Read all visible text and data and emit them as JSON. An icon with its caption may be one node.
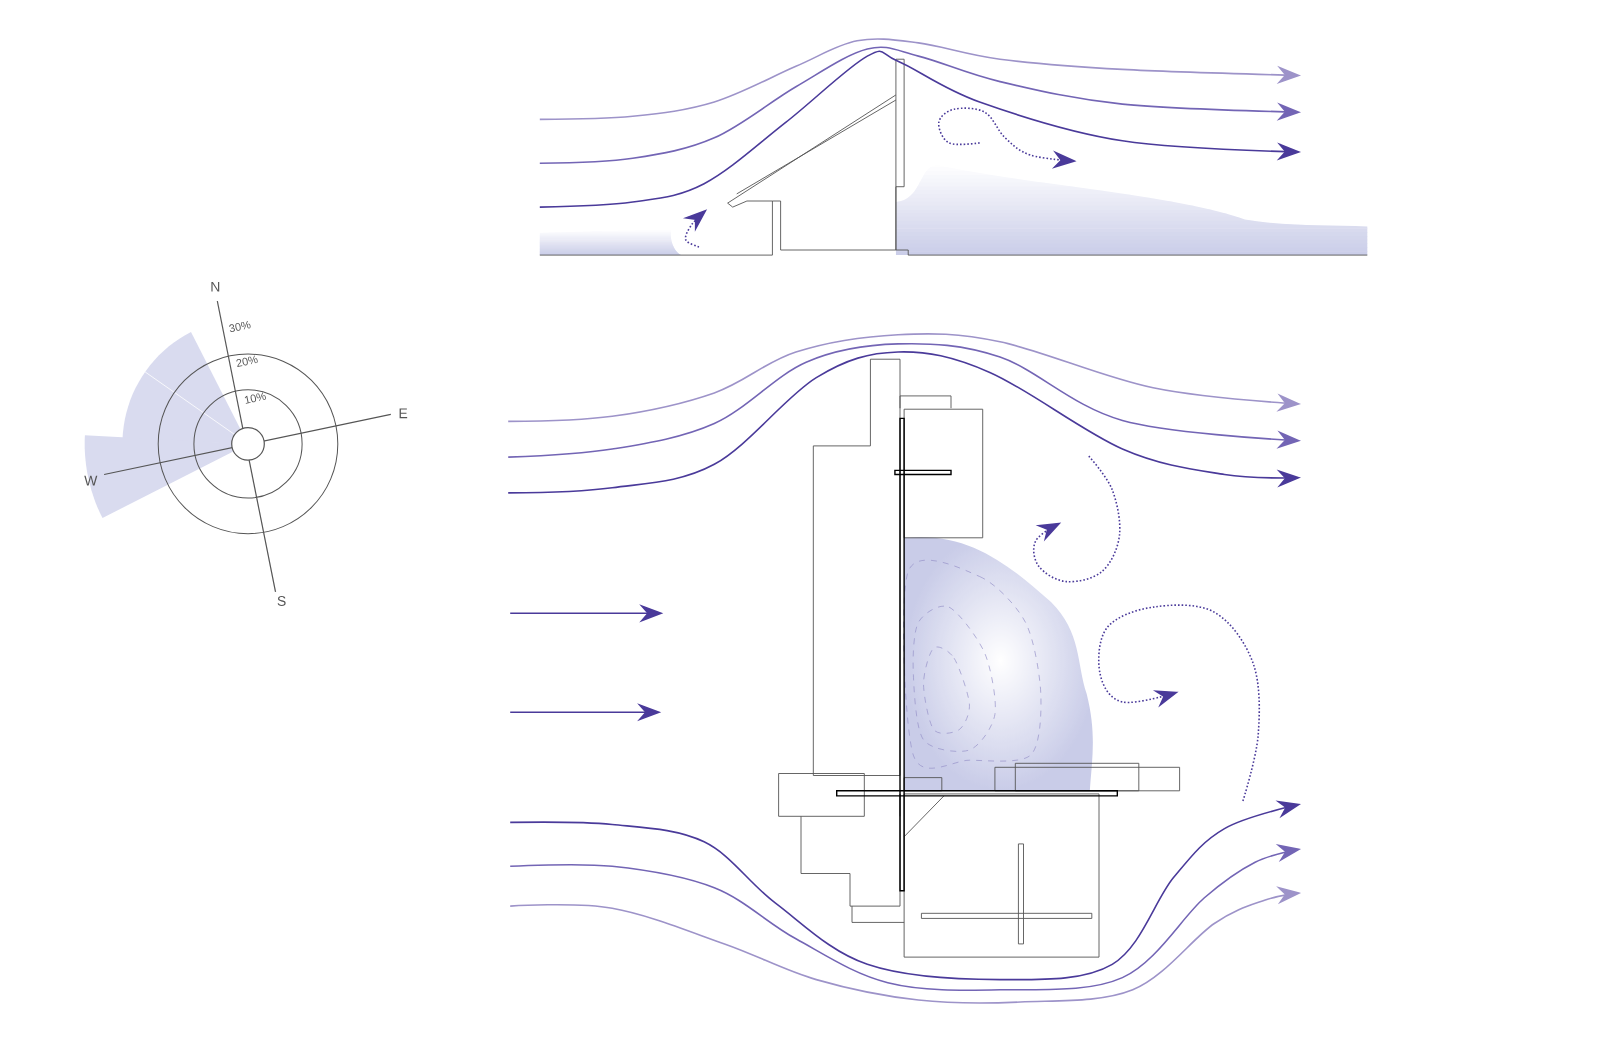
{
  "diagram": {
    "labels": [
      "N",
      "30%",
      "20%",
      "10%",
      "E",
      "W",
      "S"
    ]
  }
}
